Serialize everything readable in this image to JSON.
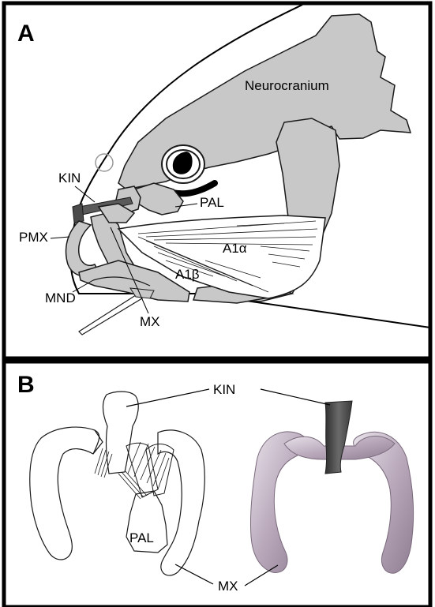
{
  "panels": {
    "a": {
      "letter": "A",
      "labels": {
        "neurocranium": "Neurocranium",
        "kin": "KIN",
        "pal": "PAL",
        "pmx": "PMX",
        "a1_alpha": "A1α",
        "a1_beta": "A1β",
        "mnd": "MND",
        "mx": "MX"
      }
    },
    "b": {
      "letter": "B",
      "labels": {
        "kin": "KIN",
        "pal": "PAL",
        "mx": "MX"
      }
    }
  },
  "colors": {
    "bone_fill": "#c8c8c8",
    "outline": "#1a1a1a",
    "kinethmoid_dark": "#5a5a5a",
    "render_bone": "#c6b8c7",
    "render_kin": "#4a4a4a"
  }
}
